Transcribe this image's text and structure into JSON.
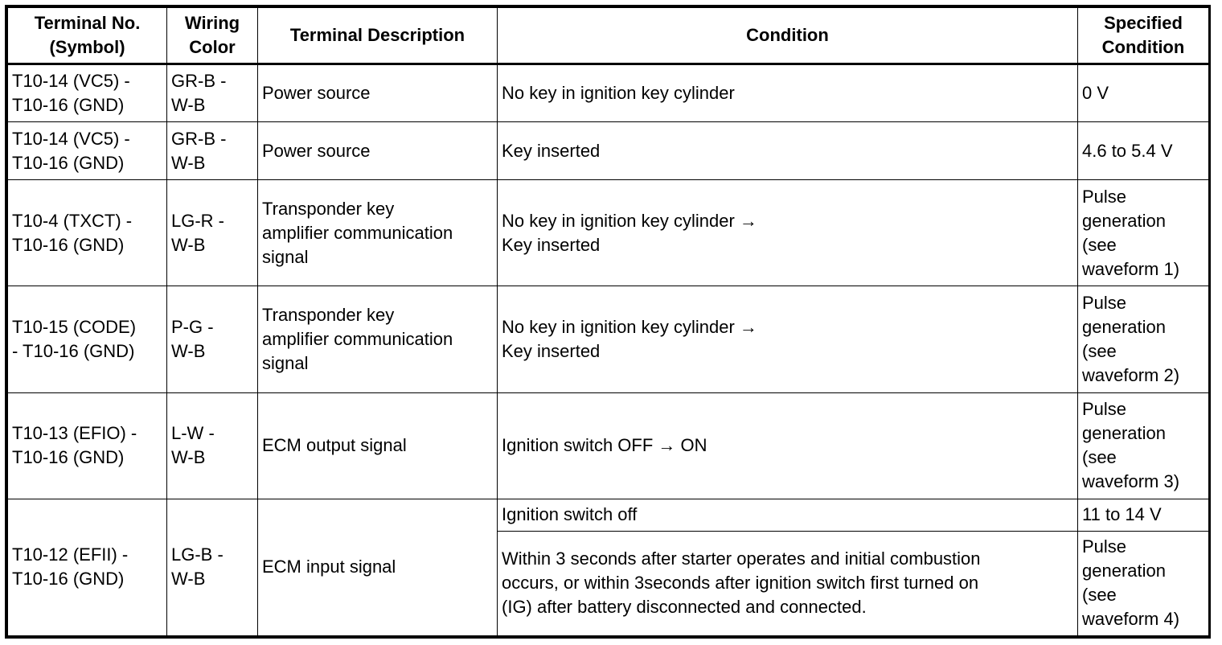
{
  "headers": {
    "terminal": "Terminal No.\n(Symbol)",
    "wiring": "Wiring\nColor",
    "description": "Terminal Description",
    "condition": "Condition",
    "specified": "Specified\nCondition"
  },
  "rows": [
    {
      "terminal": "T10-14 (VC5) -\nT10-16 (GND)",
      "wiring": "GR-B -\nW-B",
      "description": "Power source",
      "condition": "No key in ignition key cylinder",
      "specified": "0 V"
    },
    {
      "terminal": "T10-14 (VC5) -\nT10-16 (GND)",
      "wiring": "GR-B -\nW-B",
      "description": "Power source",
      "condition": "Key inserted",
      "specified": "4.6 to 5.4 V"
    },
    {
      "terminal": "T10-4 (TXCT) -\nT10-16 (GND)",
      "wiring": "LG-R -\nW-B",
      "description": "Transponder key\namplifier communication\nsignal",
      "condition": "No key in ignition key cylinder →\nKey inserted",
      "specified": "Pulse\ngeneration\n(see\nwaveform 1)"
    },
    {
      "terminal": "T10-15 (CODE)\n- T10-16 (GND)",
      "wiring": "P-G -\nW-B",
      "description": "Transponder key\namplifier communication\nsignal",
      "condition": "No key in ignition key cylinder →\nKey inserted",
      "specified": "Pulse\ngeneration\n(see\nwaveform 2)"
    },
    {
      "terminal": "T10-13 (EFIO) -\nT10-16 (GND)",
      "wiring": "L-W -\nW-B",
      "description": "ECM output signal",
      "condition": "Ignition switch OFF → ON",
      "specified": "Pulse\ngeneration\n(see\nwaveform 3)"
    },
    {
      "terminal": "T10-12 (EFII) -\nT10-16 (GND)",
      "wiring": "LG-B -\nW-B",
      "description": "ECM input signal",
      "condition": "Ignition switch off",
      "specified": "11 to 14 V",
      "condition2": "Within 3 seconds after starter operates and initial combustion\noccurs, or within 3seconds after ignition switch first turned on\n(IG) after battery disconnected and connected.",
      "specified2": "Pulse\ngeneration\n(see\nwaveform 4)"
    }
  ]
}
